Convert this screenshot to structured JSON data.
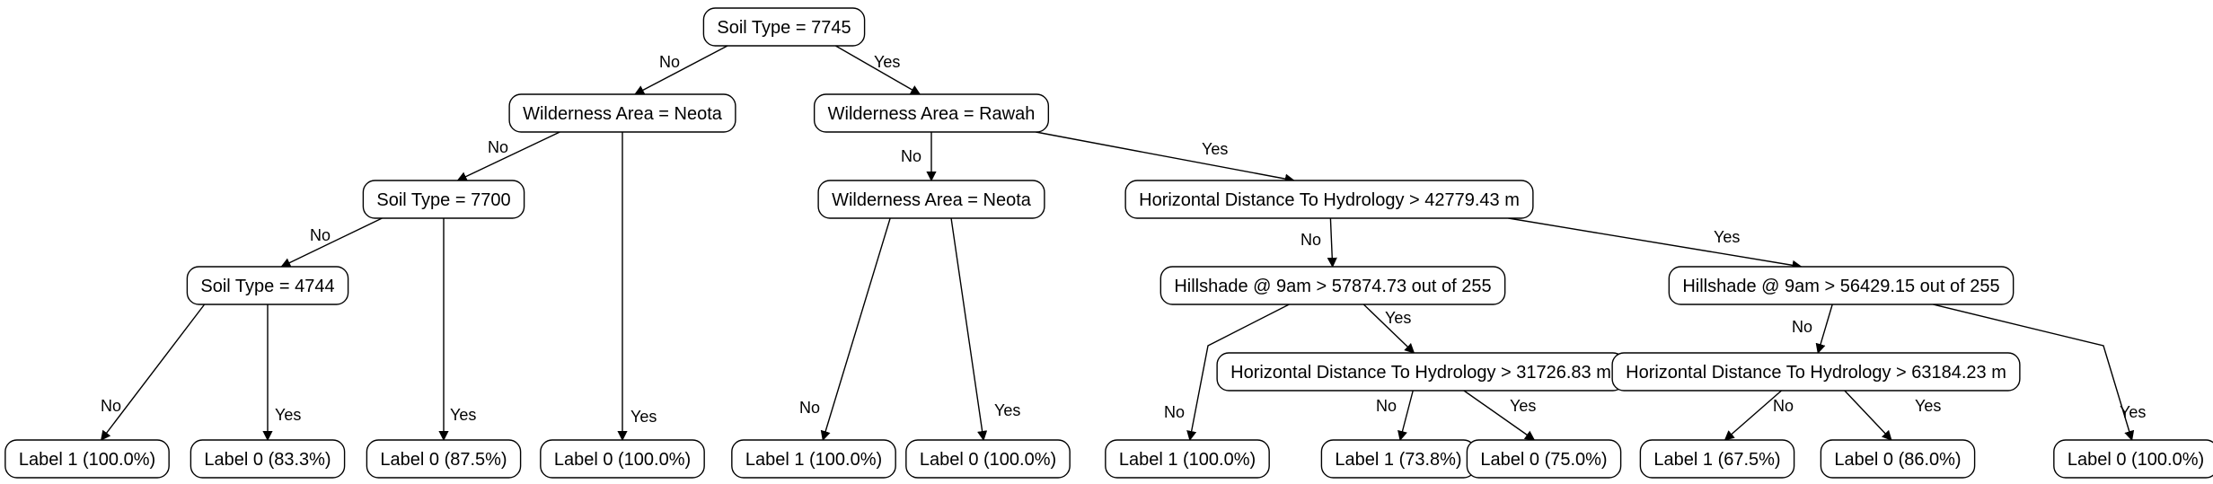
{
  "nodes": [
    {
      "id": "n0",
      "label": "Soil Type = 7745"
    },
    {
      "id": "n1",
      "label": "Wilderness Area = Neota"
    },
    {
      "id": "n2",
      "label": "Wilderness Area = Rawah"
    },
    {
      "id": "n3",
      "label": "Soil Type = 7700"
    },
    {
      "id": "n4",
      "label": "Label 0 (100.0%)"
    },
    {
      "id": "n5",
      "label": "Wilderness Area = Neota"
    },
    {
      "id": "n6",
      "label": "Horizontal Distance To Hydrology > 42779.43 m"
    },
    {
      "id": "n7",
      "label": "Soil Type = 4744"
    },
    {
      "id": "n8",
      "label": "Label 0 (87.5%)"
    },
    {
      "id": "n9",
      "label": "Label 1 (100.0%)"
    },
    {
      "id": "n10",
      "label": "Label 0 (100.0%)"
    },
    {
      "id": "n11",
      "label": "Hillshade @ 9am > 57874.73 out of 255"
    },
    {
      "id": "n12",
      "label": "Hillshade @ 9am > 56429.15 out of 255"
    },
    {
      "id": "n13",
      "label": "Label 1 (100.0%)"
    },
    {
      "id": "n14",
      "label": "Label 0 (83.3%)"
    },
    {
      "id": "n15",
      "label": "Label 1 (100.0%)"
    },
    {
      "id": "n16",
      "label": "Horizontal Distance To Hydrology > 31726.83 m"
    },
    {
      "id": "n17",
      "label": "Horizontal Distance To Hydrology > 63184.23 m"
    },
    {
      "id": "n18",
      "label": "Label 0 (100.0%)"
    },
    {
      "id": "n19",
      "label": "Label 1 (73.8%)"
    },
    {
      "id": "n20",
      "label": "Label 0 (75.0%)"
    },
    {
      "id": "n21",
      "label": "Label 1 (67.5%)"
    },
    {
      "id": "n22",
      "label": "Label 0 (86.0%)"
    }
  ],
  "edges": [
    {
      "from": "n0",
      "to": "n1",
      "label": "No"
    },
    {
      "from": "n0",
      "to": "n2",
      "label": "Yes"
    },
    {
      "from": "n1",
      "to": "n3",
      "label": "No"
    },
    {
      "from": "n1",
      "to": "n4",
      "label": "Yes"
    },
    {
      "from": "n2",
      "to": "n5",
      "label": "No"
    },
    {
      "from": "n2",
      "to": "n6",
      "label": "Yes"
    },
    {
      "from": "n3",
      "to": "n7",
      "label": "No"
    },
    {
      "from": "n3",
      "to": "n8",
      "label": "Yes"
    },
    {
      "from": "n5",
      "to": "n9",
      "label": "No"
    },
    {
      "from": "n5",
      "to": "n10",
      "label": "Yes"
    },
    {
      "from": "n6",
      "to": "n11",
      "label": "No"
    },
    {
      "from": "n6",
      "to": "n12",
      "label": "Yes"
    },
    {
      "from": "n7",
      "to": "n13",
      "label": "No"
    },
    {
      "from": "n7",
      "to": "n14",
      "label": "Yes"
    },
    {
      "from": "n11",
      "to": "n15",
      "label": "No"
    },
    {
      "from": "n11",
      "to": "n16",
      "label": "Yes"
    },
    {
      "from": "n12",
      "to": "n17",
      "label": "No"
    },
    {
      "from": "n12",
      "to": "n18",
      "label": "Yes"
    },
    {
      "from": "n16",
      "to": "n19",
      "label": "No"
    },
    {
      "from": "n16",
      "to": "n20",
      "label": "Yes"
    },
    {
      "from": "n17",
      "to": "n21",
      "label": "No"
    },
    {
      "from": "n17",
      "to": "n22",
      "label": "Yes"
    }
  ]
}
